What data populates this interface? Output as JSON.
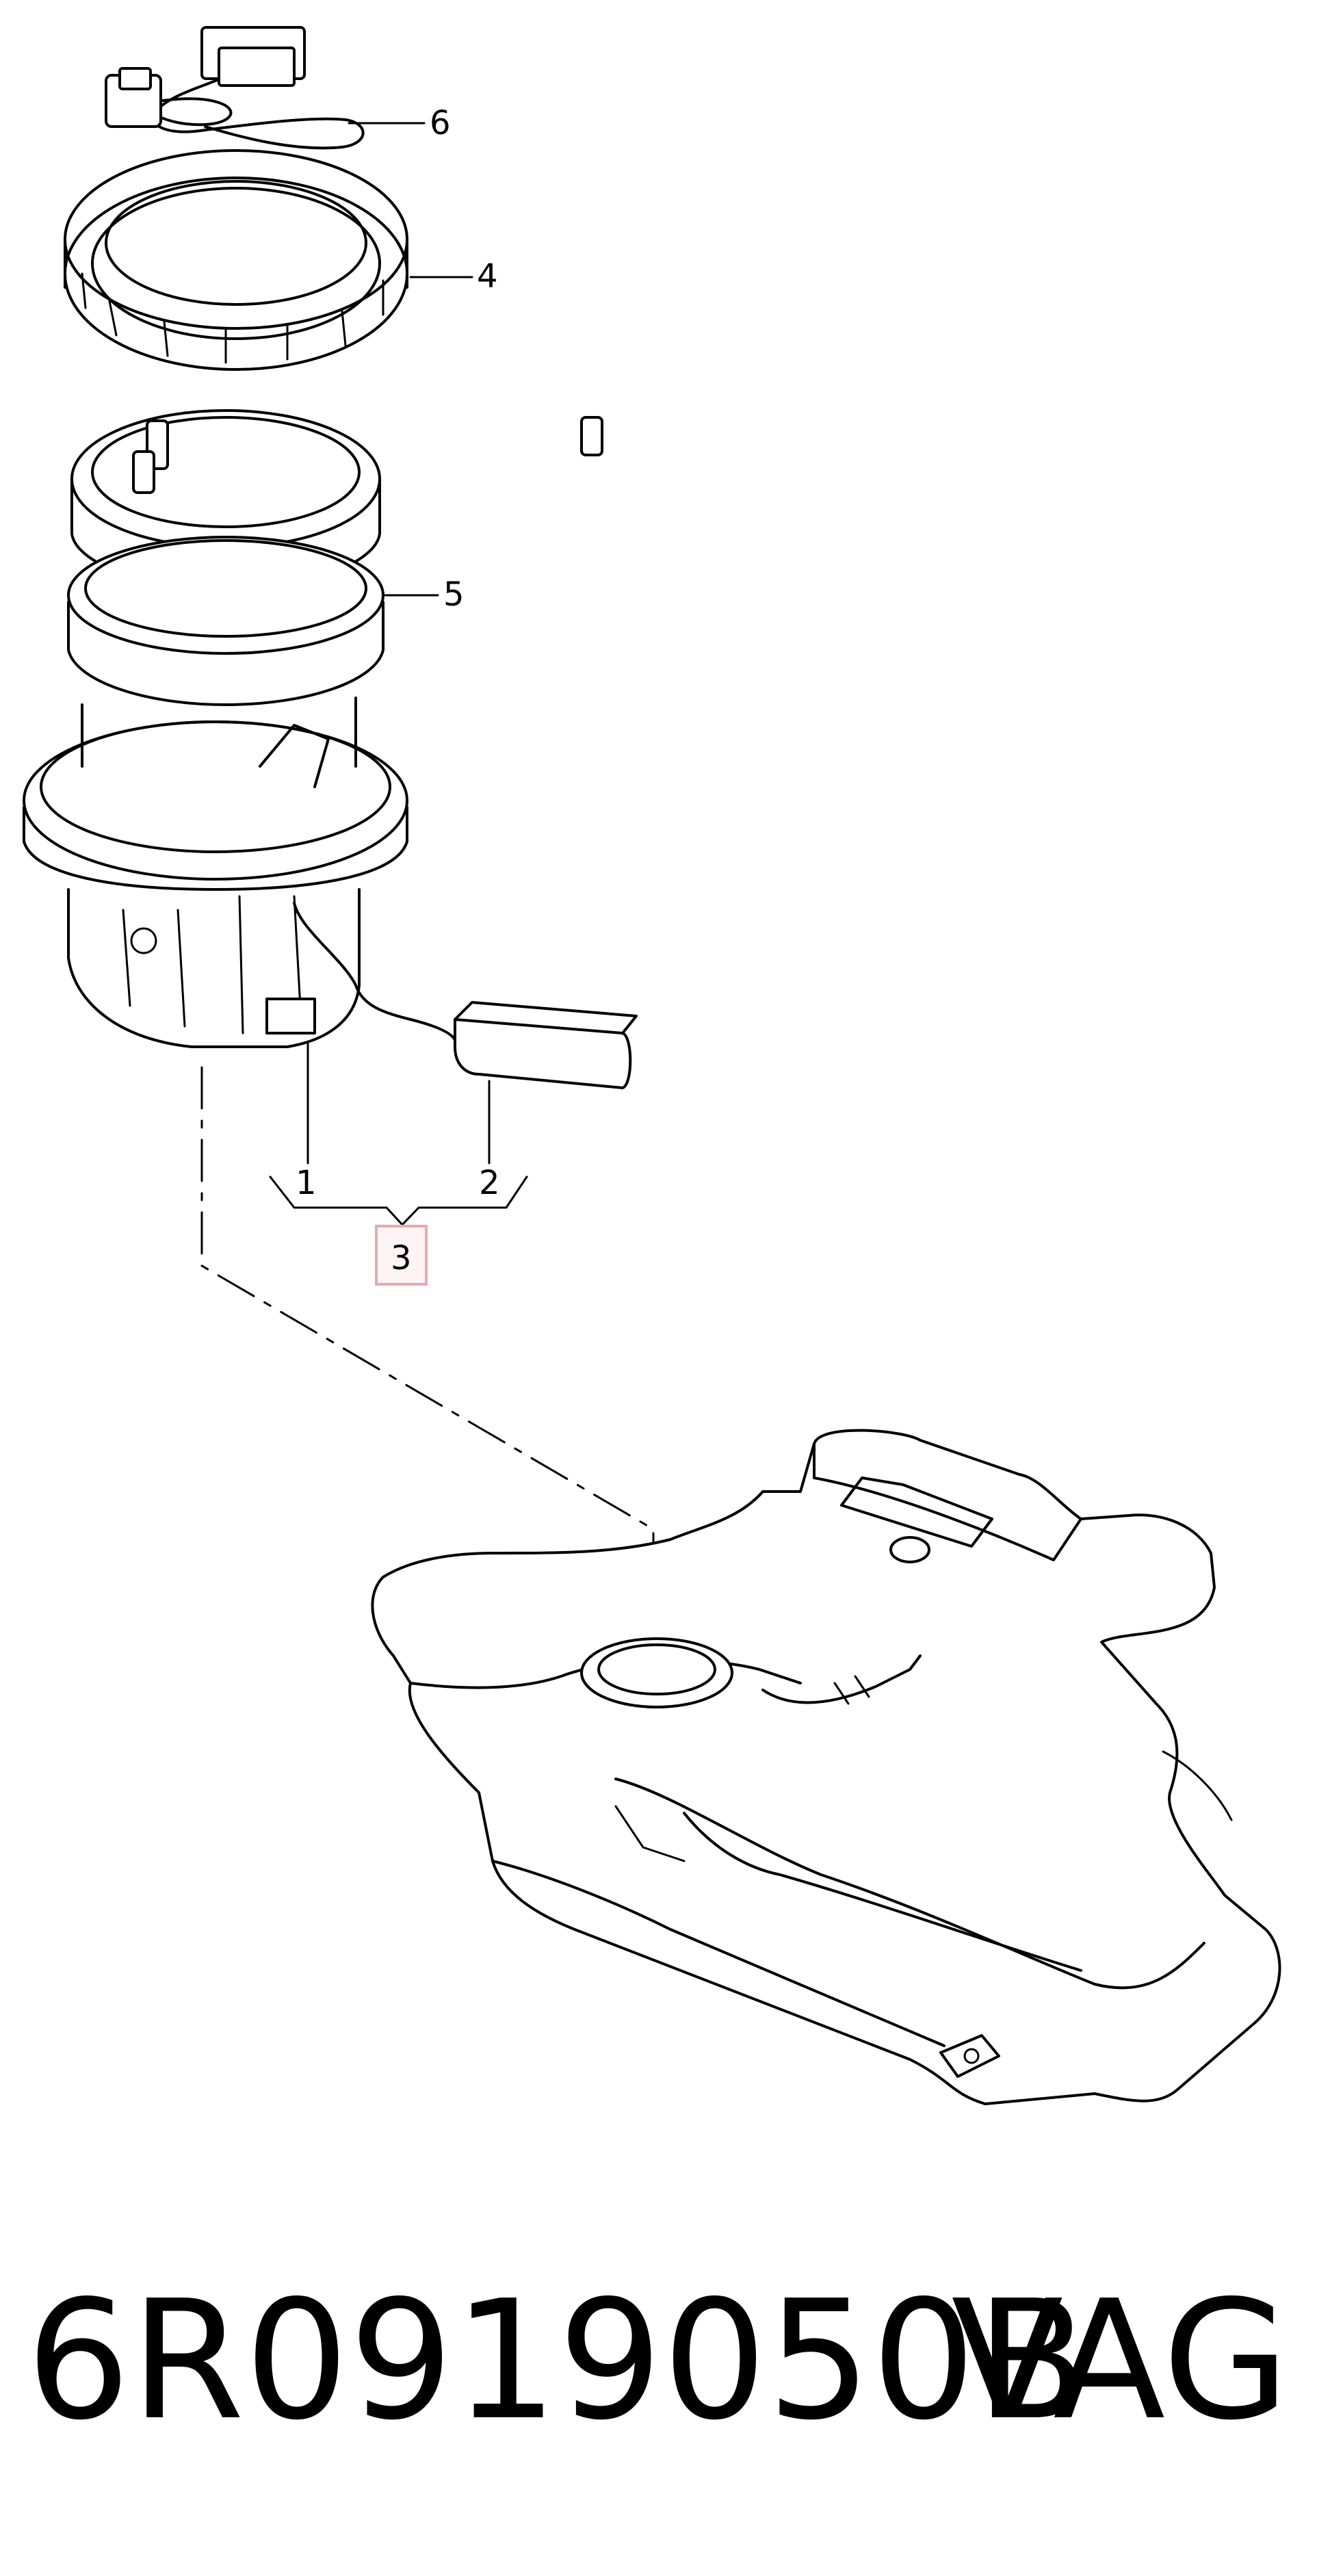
{
  "diagram": {
    "callouts": [
      "1",
      "2",
      "3",
      "4",
      "5",
      "6"
    ],
    "highlighted_callout": "3",
    "highlight_color": "#e8a8b0"
  },
  "footer": {
    "part_number": "6R0919050B",
    "brand": "VAG"
  }
}
